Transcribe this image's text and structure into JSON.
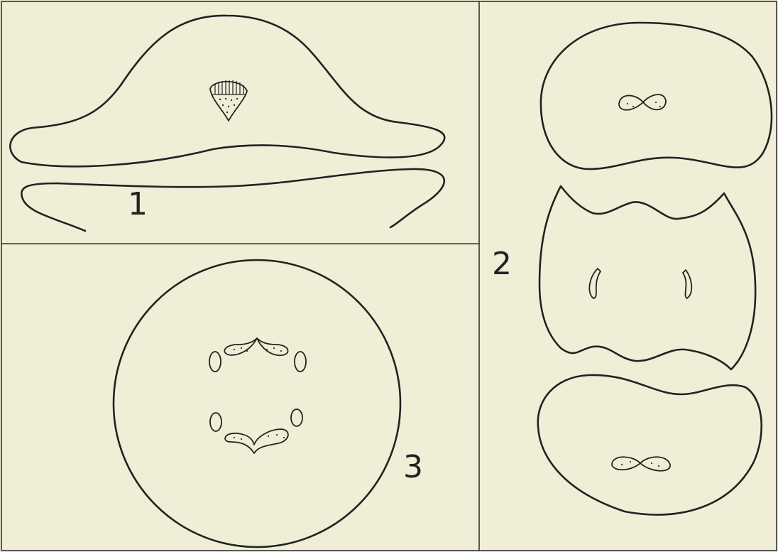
{
  "plate": {
    "background": "#f1eed7",
    "ink": "#222222"
  },
  "figures": [
    {
      "label": "1"
    },
    {
      "label": "2"
    },
    {
      "label": "3"
    }
  ]
}
